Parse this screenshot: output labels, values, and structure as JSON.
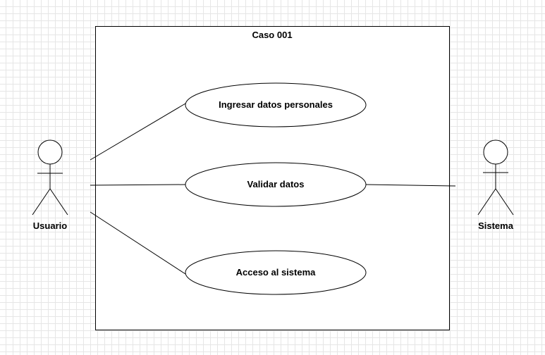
{
  "system_boundary": {
    "title": "Caso 001"
  },
  "actors": {
    "user": {
      "name": "Usuario"
    },
    "system": {
      "name": "Sistema"
    }
  },
  "use_cases": [
    {
      "label": "Ingresar datos personales"
    },
    {
      "label": "Validar datos"
    },
    {
      "label": "Acceso al sistema"
    }
  ],
  "colors": {
    "line": "#000000",
    "fill": "#ffffff",
    "grid": "#e6e6e6"
  }
}
